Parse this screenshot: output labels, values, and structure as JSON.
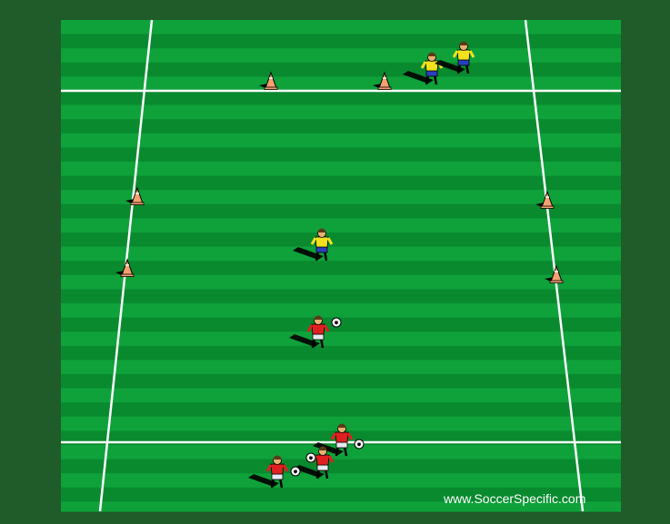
{
  "watermark": "www.SoccerSpecific.com",
  "colors": {
    "border": "#1f5c2a",
    "grass_light": "#0fa23b",
    "grass_dark": "#098a2f",
    "lines": "#ffffff",
    "cone": "#f5a070",
    "team_yellow": "#f2e21c",
    "team_yellow_shorts": "#2a3fbf",
    "team_red": "#e02020",
    "team_red_shorts": "#e8e8f0"
  },
  "cones": [
    {
      "id": "top-left"
    },
    {
      "id": "top-center"
    },
    {
      "id": "left-upper"
    },
    {
      "id": "left-lower"
    },
    {
      "id": "right-upper"
    },
    {
      "id": "right-lower"
    }
  ],
  "players": [
    {
      "id": "yellow-1",
      "team": "yellow"
    },
    {
      "id": "yellow-2",
      "team": "yellow"
    },
    {
      "id": "yellow-defender",
      "team": "yellow"
    },
    {
      "id": "red-dribbler",
      "team": "red",
      "ball": true
    },
    {
      "id": "red-queue-1",
      "team": "red",
      "ball": true
    },
    {
      "id": "red-queue-2",
      "team": "red",
      "ball": true
    },
    {
      "id": "red-queue-3",
      "team": "red",
      "ball": true
    }
  ]
}
